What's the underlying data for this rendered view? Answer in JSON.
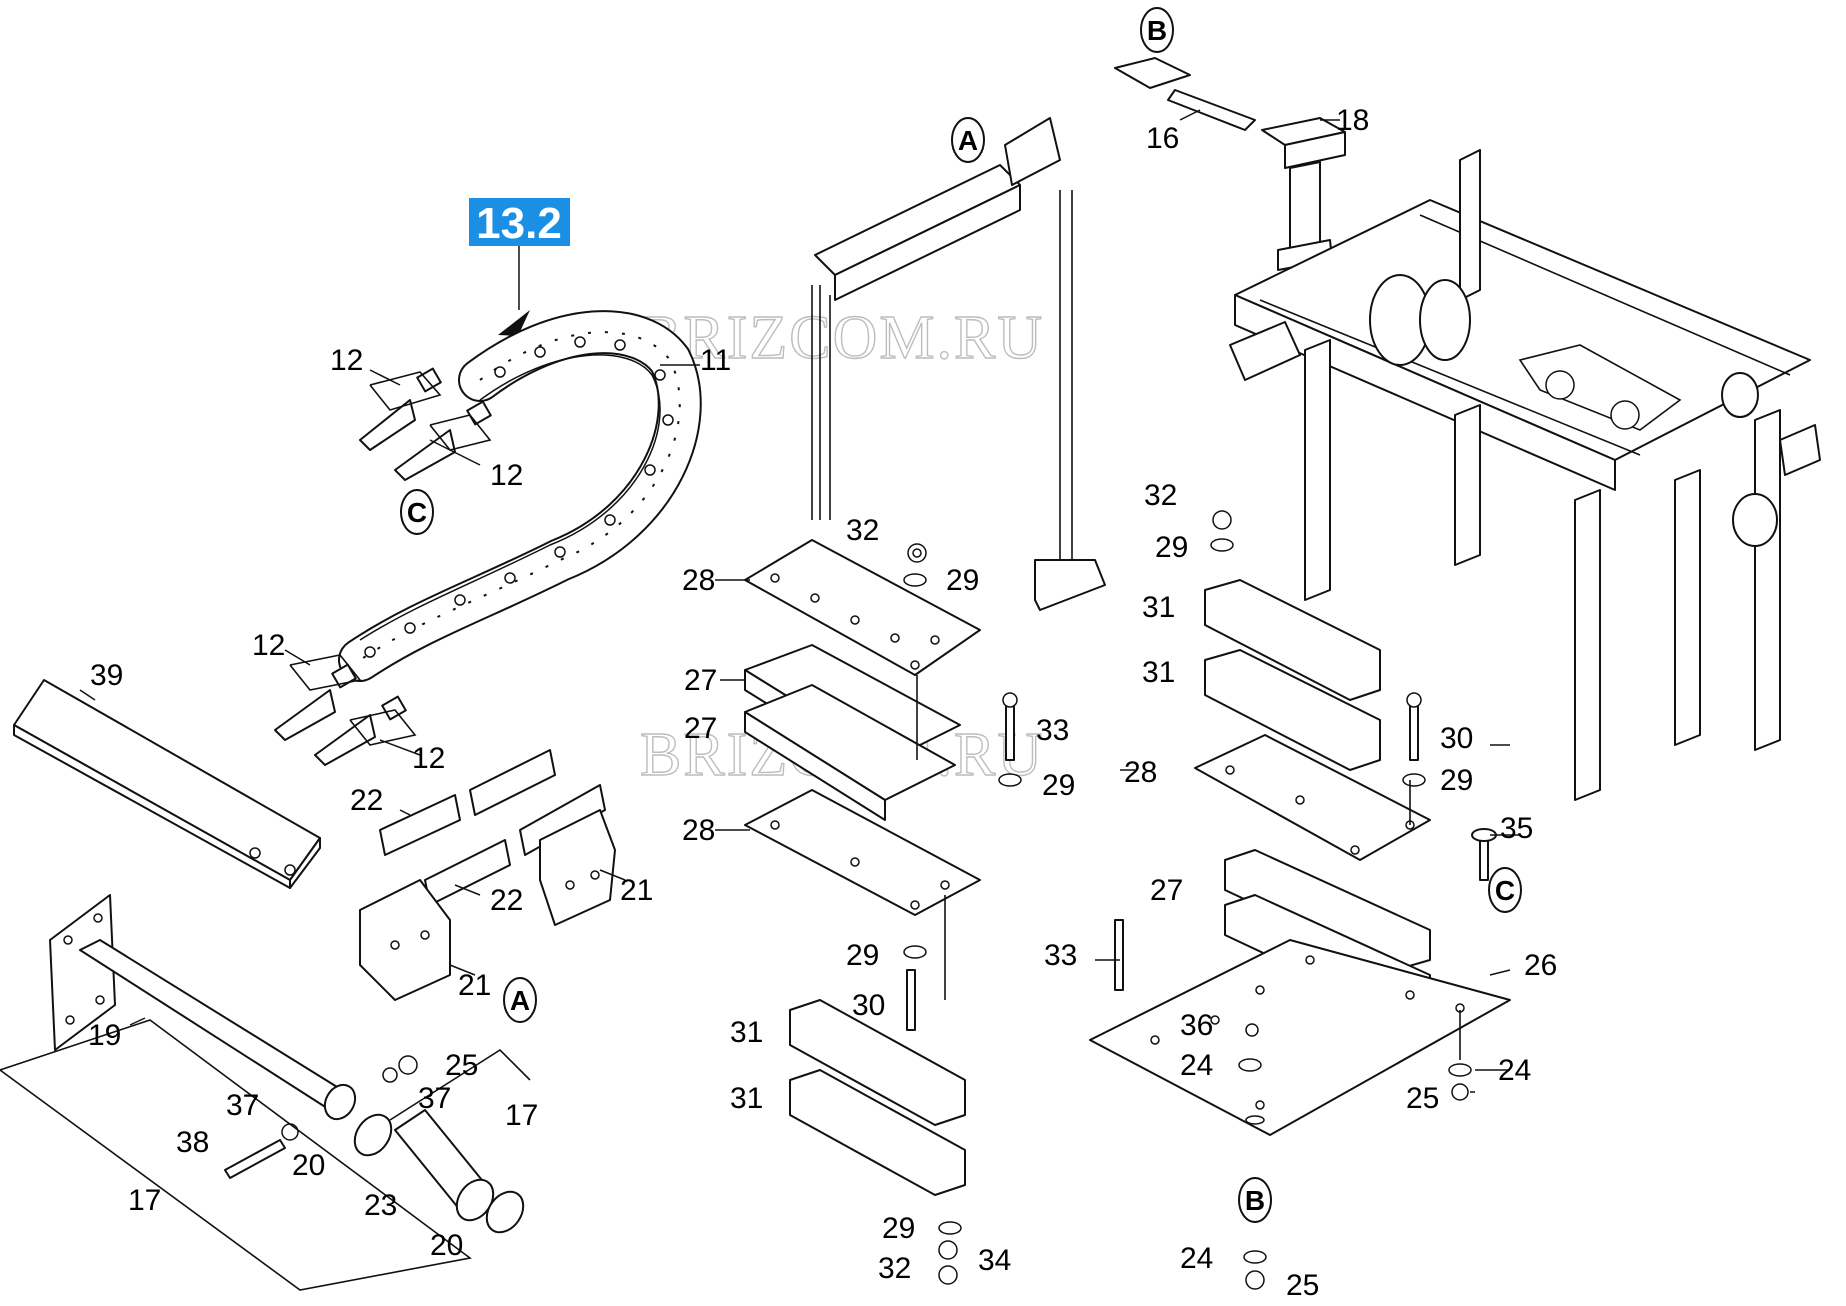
{
  "diagram": {
    "title_badge": "13.2",
    "watermark": "BRIZCOM.RU",
    "colors": {
      "badge": "#1a8fe3",
      "line": "#111111",
      "background": "#ffffff"
    },
    "section_refs": [
      "A",
      "B",
      "C"
    ],
    "callouts": [
      "12",
      "11",
      "12",
      "12",
      "12",
      "39",
      "22",
      "22",
      "21",
      "21",
      "19",
      "17",
      "17",
      "25",
      "37",
      "37",
      "38",
      "20",
      "20",
      "23",
      "16",
      "18",
      "32",
      "29",
      "28",
      "27",
      "27",
      "33",
      "29",
      "28",
      "29",
      "30",
      "31",
      "31",
      "29",
      "32",
      "34",
      "32",
      "29",
      "31",
      "31",
      "30",
      "29",
      "28",
      "35",
      "27",
      "33",
      "26",
      "36",
      "24",
      "24",
      "25",
      "24",
      "25"
    ]
  }
}
